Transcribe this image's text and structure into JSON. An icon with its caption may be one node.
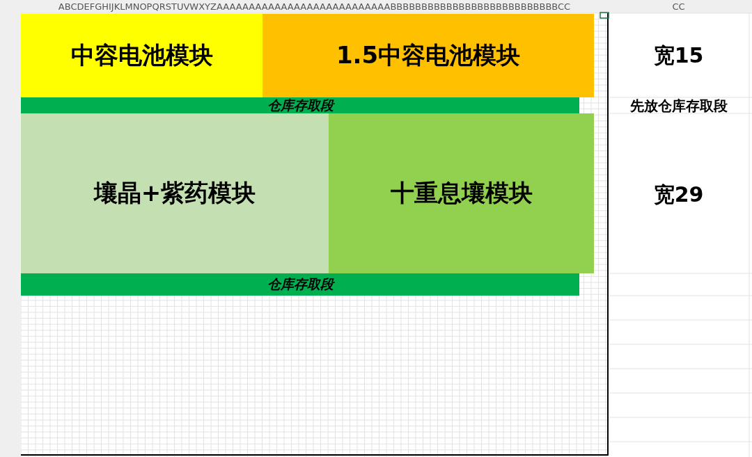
{
  "diagram": {
    "nodes": [
      {
        "text": [
          "中容电池模块"
        ]
      },
      {
        "text": [
          "1.5中容电池模块"
        ]
      },
      {
        "text": [
          "仓库存取段"
        ]
      },
      {
        "text": [
          "壤晶+紫药模块"
        ]
      },
      {
        "text": [
          "十重息壤模块"
        ]
      },
      {
        "text": [
          "仓库存取段"
        ]
      }
    ],
    "edges": [],
    "labels": [
      "ABCDEFGHIJKLMNOPQRSTUVWXYZAAAAAAAAAAAAAAAAAAAAAAAAAAABBBBBBBBBBBBBBBBBBBBBBBBBBBCC",
      "CC",
      "宽15",
      "先放仓库存取段",
      "宽29"
    ]
  }
}
